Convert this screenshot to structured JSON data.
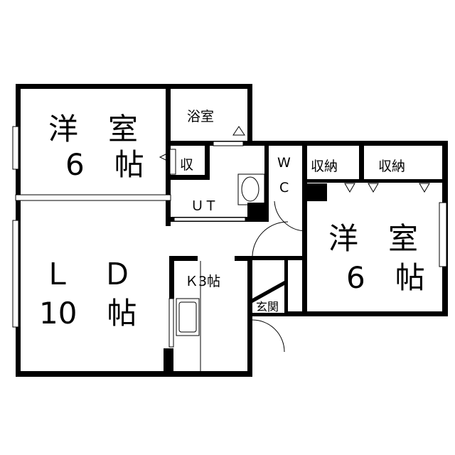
{
  "rooms": {
    "western_room_1": {
      "line1": "洋　室",
      "line2": "6　帖"
    },
    "bathroom": {
      "label": "浴室"
    },
    "closet_small": {
      "label": "収"
    },
    "utility": {
      "label": "ＵＴ"
    },
    "toilet": {
      "line1": "W",
      "line2": "C"
    },
    "storage_1": {
      "label": "収納"
    },
    "storage_2": {
      "label": "収納"
    },
    "western_room_2": {
      "line1": "洋　室",
      "line2": "6　帖"
    },
    "living_dining": {
      "line1": "Ｌ　Ｄ",
      "line2": "10　帖"
    },
    "kitchen": {
      "label": "Ｋ3帖"
    },
    "entrance": {
      "label": "玄関"
    }
  }
}
